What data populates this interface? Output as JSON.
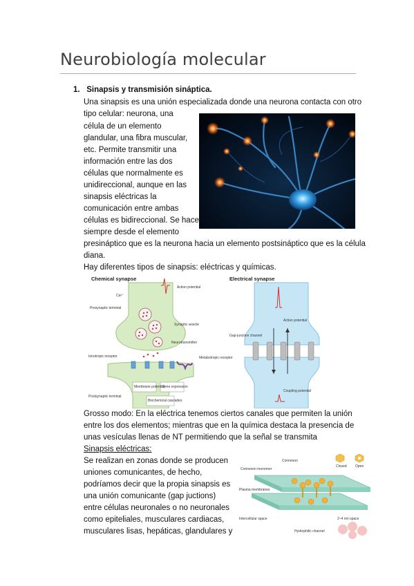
{
  "doc": {
    "title": "Neurobiología molecular",
    "section": {
      "num": "1.",
      "heading": "Sinapsis y transmisión sináptica."
    },
    "para1": [
      "Una sinapsis es una unión especializada donde una neurona contacta con otro",
      "tipo celular: neurona, una",
      "célula de un elemento",
      "glandular, una fibra muscular,",
      "etc. Permite transmitir una",
      "información entre las dos",
      "células que normalmente es",
      "unidireccional, aunque en las",
      "sinapsis eléctricas la",
      "comunicación entre ambas",
      "células es bidireccional. Se hace",
      "siempre desde el elemento",
      "presináptico que es la neurona hacia un elemento postsináptico que es la célula",
      "diana."
    ],
    "para2": "Hay diferentes tipos de sinapsis: eléctricas y químicas.",
    "para3": [
      "Grosso modo: En la eléctrica tenemos ciertos canales que permiten la unión",
      "entre los dos elementos; mientras que en la química destaca la presencia de",
      "unas vesículas llenas de NT permitiendo que la señal se transmita"
    ],
    "subheading": "Sinapsis eléctricas:",
    "para4": [
      "Se realizan en zonas donde se producen",
      "uniones comunicantes, de hecho,",
      "podríamos decir que la propia sinapsis es",
      "una unión comunicante (gap juctions)",
      "entre células neuronales o no neuronales",
      "como epiteliales, musculares cardiacas,",
      "musculares lisas, hepáticas, glandulares y"
    ]
  },
  "figures": {
    "synapse": {
      "chemical_title": "Chemical synapse",
      "electrical_title": "Electrical synapse",
      "chem_labels": {
        "action": "Action potential",
        "ca": "Ca²⁺",
        "presyn": "Presynaptic terminal",
        "vesicle": "Synaptic vesicle",
        "nt": "Neurotransmitter",
        "iono": "Ionotropic receptor",
        "metab": "Metabotropic receptor",
        "membrane": "Membrane potential",
        "gene": "Gene expression",
        "postsyn": "Postsynaptic terminal",
        "bio": "Biochemical cascades"
      },
      "elec_labels": {
        "action": "Action potential",
        "gap": "Gap-junction channel",
        "coupling": "Coupling potential"
      }
    },
    "gap": {
      "connexon": "Connexon",
      "monomer": "Connexon monomer",
      "closed": "Closed",
      "open": "Open",
      "plasma": "Plasma membranes",
      "intercell": "Intercellular space",
      "hydro": "Hydrophilic channel",
      "space": "2–4 nm space"
    }
  }
}
